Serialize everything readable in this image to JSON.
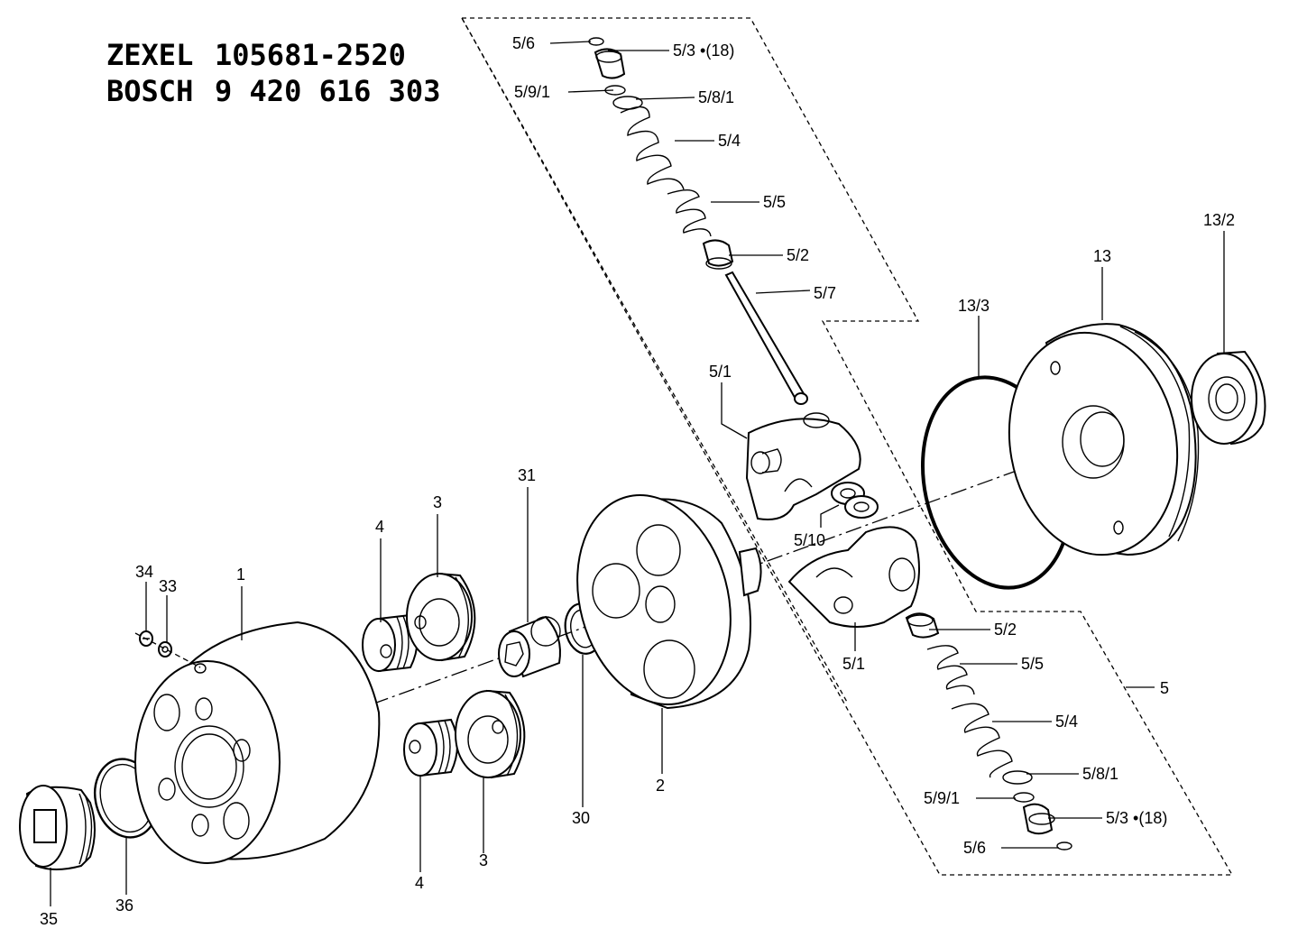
{
  "header": {
    "line1_brand": "ZEXEL",
    "line1_number": "105681-2520",
    "line2_brand": "BOSCH",
    "line2_number": "9 420 616 303"
  },
  "labels": {
    "p1": "1",
    "p2": "2",
    "p3_top": "3",
    "p3_bottom": "3",
    "p4_top": "4",
    "p4_bottom": "4",
    "p5": "5",
    "p13": "13",
    "p13_2": "13/2",
    "p13_3": "13/3",
    "p30": "30",
    "p31": "31",
    "p33": "33",
    "p34": "34",
    "p35": "35",
    "p36": "36",
    "p5_1_top": "5/1",
    "p5_1_bottom": "5/1",
    "p5_10": "5/10",
    "p5_7": "5/7",
    "p5_2_top": "5/2",
    "p5_2_bottom": "5/2",
    "p5_5_top": "5/5",
    "p5_5_bottom": "5/5",
    "p5_4_top": "5/4",
    "p5_4_bottom": "5/4",
    "p5_8_1_top": "5/8/1",
    "p5_8_1_bottom": "5/8/1",
    "p5_9_1_top": "5/9/1",
    "p5_9_1_bottom": "5/9/1",
    "p5_3_top": "5/3 •(18)",
    "p5_3_bottom": "5/3 •(18)",
    "p5_6_top": "5/6",
    "p5_6_bottom": "5/6"
  }
}
